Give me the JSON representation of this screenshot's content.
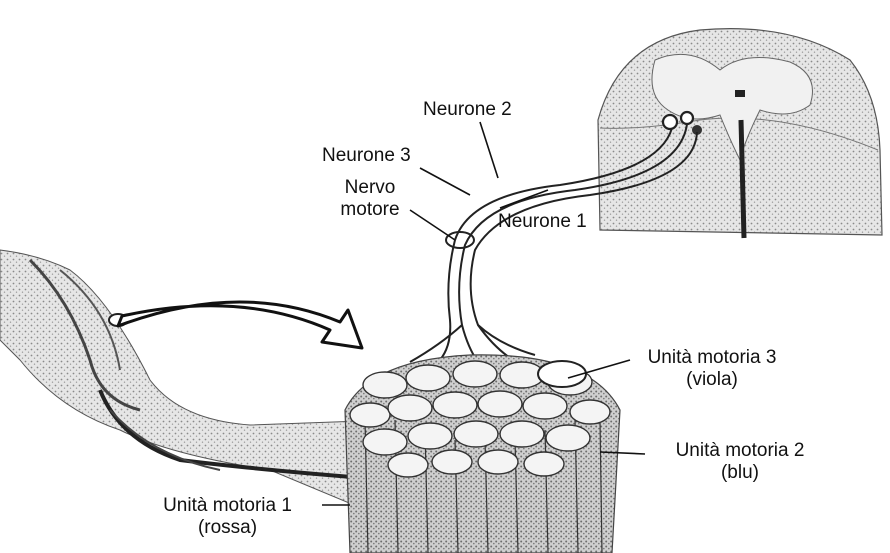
{
  "labels": {
    "neurone_2": "Neurone 2",
    "neurone_3": "Neurone 3",
    "nervo_line1": "Nervo",
    "nervo_line2": "motore",
    "neurone_1": "Neurone 1",
    "unita3_line1": "Unità motoria 3",
    "unita3_line2": "(viola)",
    "unita2_line1": "Unità motoria 2",
    "unita2_line2": "(blu)",
    "unita1_line1": "Unità motoria 1",
    "unita1_line2": "(rossa)"
  },
  "colors": {
    "ink": "#1a1a1a",
    "shade": "#bdbdbd",
    "paper": "#ffffff"
  }
}
